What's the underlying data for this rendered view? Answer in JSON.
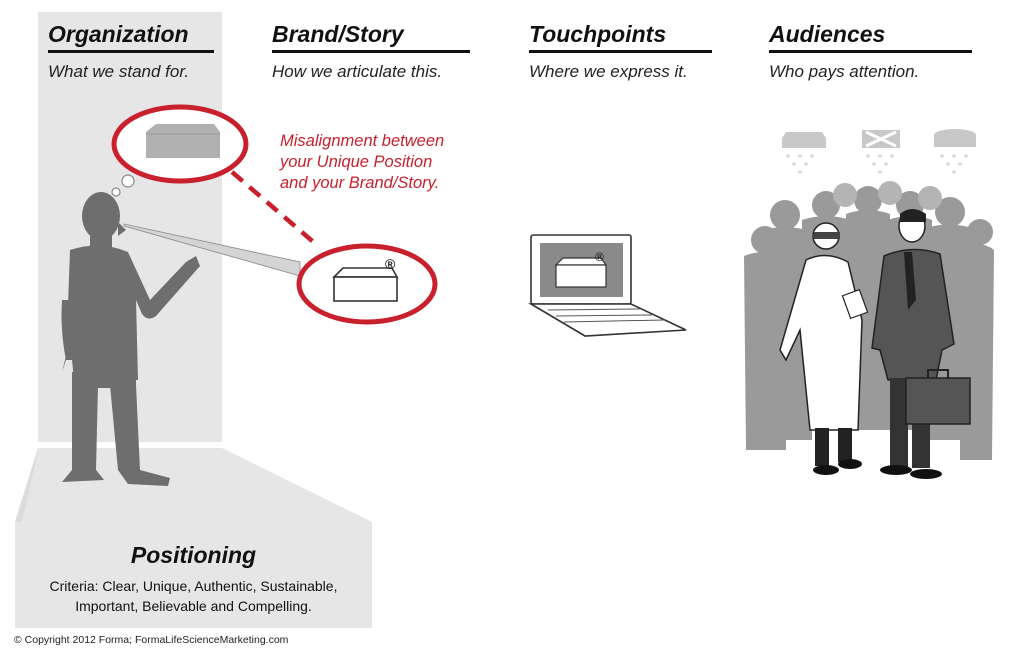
{
  "columns": [
    {
      "title": "Organization",
      "subtitle": "What we stand for."
    },
    {
      "title": "Brand/Story",
      "subtitle": "How we articulate this."
    },
    {
      "title": "Touchpoints",
      "subtitle": "Where we express it."
    },
    {
      "title": "Audiences",
      "subtitle": "Who pays attention."
    }
  ],
  "annotation": {
    "lines": [
      "Misalignment between",
      "your Unique Position",
      "and your Brand/Story."
    ],
    "color": "#c8202d"
  },
  "positioning": {
    "title": "Positioning",
    "lines": [
      "Criteria: Clear, Unique, Authentic, Sustainable,",
      "Important, Believable and Compelling."
    ]
  },
  "registered_mark": "®",
  "copyright": "© Copyright 2012 Forma; FormaLifeScienceMarketing.com",
  "colors": {
    "accent_red": "#c8202d",
    "panel_gray": "#e6e6e6",
    "figure_gray": "#6e6e6e"
  }
}
